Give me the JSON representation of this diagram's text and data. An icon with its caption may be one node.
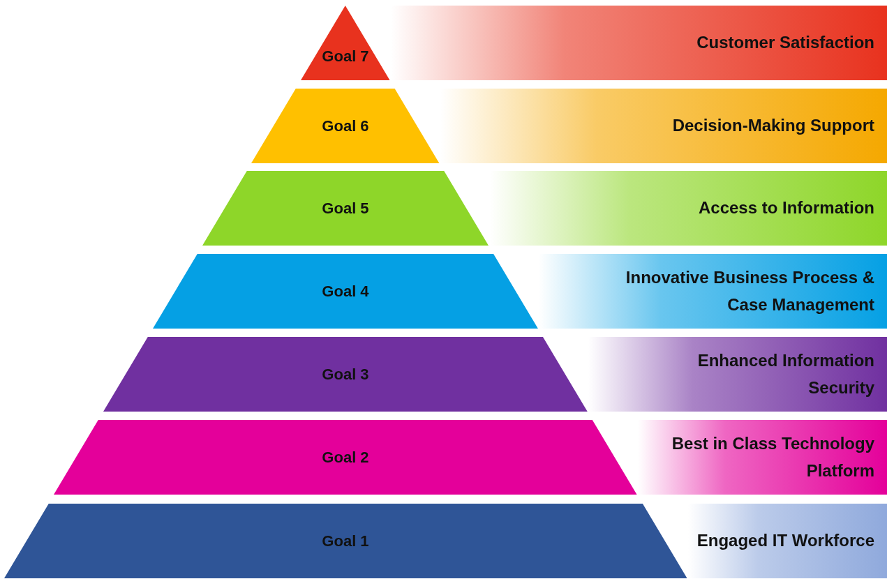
{
  "diagram": {
    "nodes": [
      {
        "text": [
          "Goal 7"
        ]
      },
      {
        "text": [
          "Customer Satisfaction"
        ]
      },
      {
        "text": [
          "Goal 6"
        ]
      },
      {
        "text": [
          "Decision-Making Support"
        ]
      },
      {
        "text": [
          "Goal 5"
        ]
      },
      {
        "text": [
          "Access to Information"
        ]
      },
      {
        "text": [
          "Goal 4"
        ]
      },
      {
        "text": [
          "Innovative Business Process & Case Management"
        ]
      },
      {
        "text": [
          "Goal 3"
        ]
      },
      {
        "text": [
          "Enhanced Information Security"
        ]
      },
      {
        "text": [
          "Goal 2"
        ]
      },
      {
        "text": [
          "Best in Class Technology Platform"
        ]
      },
      {
        "text": [
          "Goal 1"
        ]
      },
      {
        "text": [
          "Engaged IT Workforce"
        ]
      }
    ]
  }
}
